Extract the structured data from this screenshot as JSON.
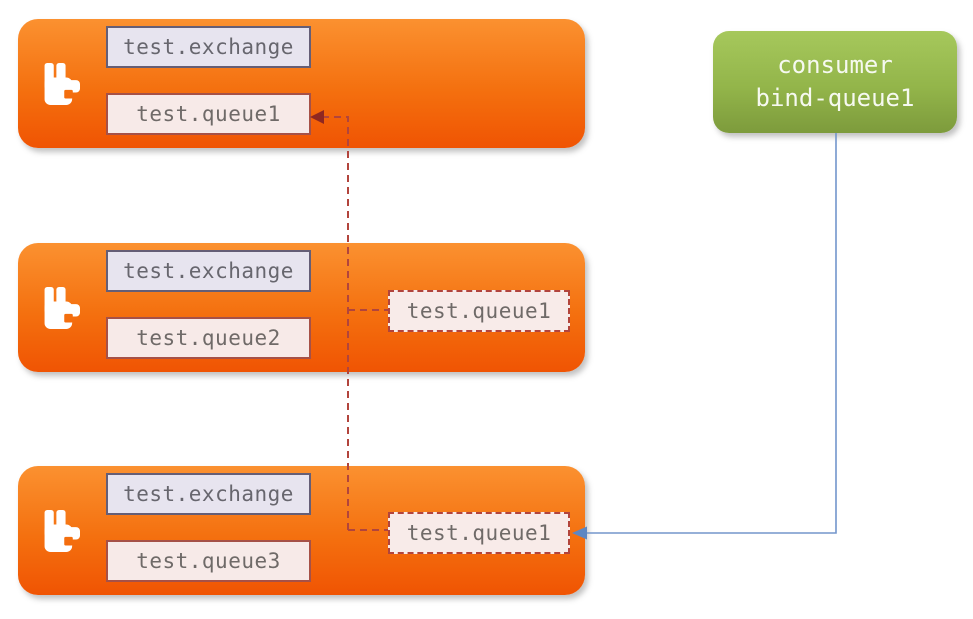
{
  "diagram": {
    "title_hint": "rabbitmq-exchange-queue-binding-diagram",
    "nodes": [
      {
        "exchange_label": "test.exchange",
        "queue_label": "test.queue1"
      },
      {
        "exchange_label": "test.exchange",
        "queue_label": "test.queue2"
      },
      {
        "exchange_label": "test.exchange",
        "queue_label": "test.queue3"
      }
    ],
    "shadow_queues": [
      {
        "label": "test.queue1"
      },
      {
        "label": "test.queue1"
      }
    ],
    "consumer": {
      "line1": "consumer",
      "line2": "bind-queue1"
    },
    "icons": {
      "broker_icon": "rabbitmq-rabbit-icon"
    },
    "colors": {
      "node_orange_top": "#fb9130",
      "node_orange_bottom": "#f05403",
      "exchange_bg": "#e7e4ef",
      "exchange_border": "#655e76",
      "queue_bg": "#f7eae8",
      "queue_border": "#a65147",
      "dashed_connector": "#b2443c",
      "dashed_arrowhead": "#8f2721",
      "blue_connector": "#7396cc",
      "blue_arrowhead": "#5d87c3",
      "consumer_green_top": "#a6c85c",
      "consumer_green_bottom": "#7d9b3c"
    }
  }
}
